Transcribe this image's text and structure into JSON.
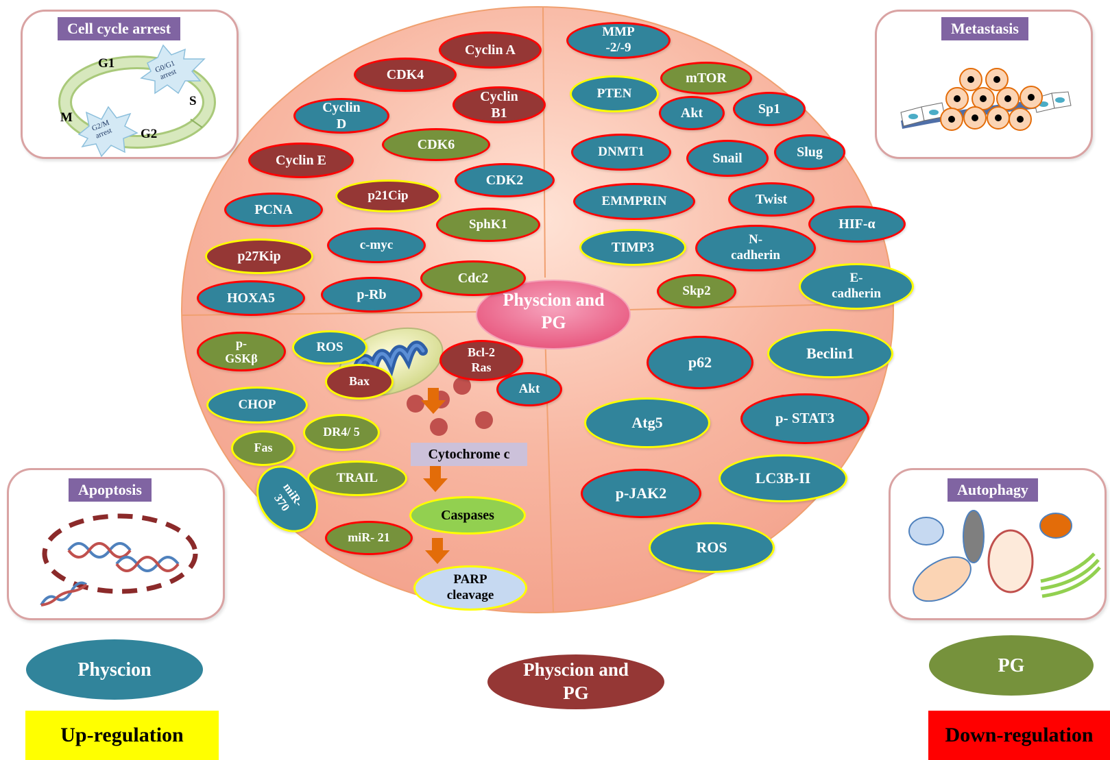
{
  "colors": {
    "physcion": "#31849b",
    "pg": "#76923c",
    "both": "#953735",
    "up": "#ffff00",
    "down": "#ff0000",
    "title_bg": "#8064a2",
    "center": "#e8658e"
  },
  "boxes": {
    "cell_cycle": {
      "title": "Cell cycle arrest",
      "g1": "G1",
      "s": "S",
      "m": "M",
      "g2": "G2",
      "g0g1_arrest": "G0/G1 arrest",
      "g2m_arrest": "G2/M arrest"
    },
    "metastasis": {
      "title": "Metastasis"
    },
    "apoptosis": {
      "title": "Apoptosis"
    },
    "autophagy": {
      "title": "Autophagy"
    }
  },
  "center_label": "Physcion and PG",
  "apoptosis_pathway": {
    "cytochrome": "Cytochrome c",
    "caspases": "Caspases",
    "parp": "PARP cleavage"
  },
  "nodes": [
    {
      "label": "Cyclin A",
      "fill": "both",
      "border": "down"
    },
    {
      "label": "CDK4",
      "fill": "both",
      "border": "down"
    },
    {
      "label": "Cyclin B1",
      "fill": "both",
      "border": "down"
    },
    {
      "label": "Cyclin D",
      "fill": "physcion",
      "border": "down"
    },
    {
      "label": "CDK6",
      "fill": "pg",
      "border": "down"
    },
    {
      "label": "Cyclin E",
      "fill": "both",
      "border": "down"
    },
    {
      "label": "CDK2",
      "fill": "physcion",
      "border": "down"
    },
    {
      "label": "p21Cip",
      "fill": "both",
      "border": "up"
    },
    {
      "label": "PCNA",
      "fill": "physcion",
      "border": "down"
    },
    {
      "label": "SphK1",
      "fill": "pg",
      "border": "down"
    },
    {
      "label": "p27Kip",
      "fill": "both",
      "border": "up"
    },
    {
      "label": "c-myc",
      "fill": "physcion",
      "border": "down"
    },
    {
      "label": "Cdc2",
      "fill": "pg",
      "border": "down"
    },
    {
      "label": "HOXA5",
      "fill": "physcion",
      "border": "down"
    },
    {
      "label": "p-Rb",
      "fill": "physcion",
      "border": "down"
    },
    {
      "label": "MMP -2/-9",
      "fill": "physcion",
      "border": "down"
    },
    {
      "label": "mTOR",
      "fill": "pg",
      "border": "down"
    },
    {
      "label": "PTEN",
      "fill": "physcion",
      "border": "up"
    },
    {
      "label": "Akt",
      "fill": "physcion",
      "border": "down"
    },
    {
      "label": "Sp1",
      "fill": "physcion",
      "border": "down"
    },
    {
      "label": "DNMT1",
      "fill": "physcion",
      "border": "down"
    },
    {
      "label": "Snail",
      "fill": "physcion",
      "border": "down"
    },
    {
      "label": "Slug",
      "fill": "physcion",
      "border": "down"
    },
    {
      "label": "EMMPRIN",
      "fill": "physcion",
      "border": "down"
    },
    {
      "label": "Twist",
      "fill": "physcion",
      "border": "down"
    },
    {
      "label": "HIF-α",
      "fill": "physcion",
      "border": "down"
    },
    {
      "label": "TIMP3",
      "fill": "physcion",
      "border": "up"
    },
    {
      "label": "N- cadherin",
      "fill": "physcion",
      "border": "down"
    },
    {
      "label": "Skp2",
      "fill": "pg",
      "border": "down"
    },
    {
      "label": "E- cadherin",
      "fill": "physcion",
      "border": "up"
    },
    {
      "label": "p- GSKβ",
      "fill": "pg",
      "border": "down"
    },
    {
      "label": "ROS",
      "fill": "physcion",
      "border": "up"
    },
    {
      "label": "Bcl-2 Ras",
      "fill": "both",
      "border": "down"
    },
    {
      "label": "Bax",
      "fill": "both",
      "border": "up"
    },
    {
      "label": "Akt",
      "fill": "physcion",
      "border": "down"
    },
    {
      "label": "CHOP",
      "fill": "physcion",
      "border": "up"
    },
    {
      "label": "DR4/ 5",
      "fill": "pg",
      "border": "up"
    },
    {
      "label": "Fas",
      "fill": "pg",
      "border": "up"
    },
    {
      "label": "TRAIL",
      "fill": "pg",
      "border": "up"
    },
    {
      "label": "miR- 370",
      "fill": "physcion",
      "border": "up"
    },
    {
      "label": "miR- 21",
      "fill": "pg",
      "border": "down"
    },
    {
      "label": "p62",
      "fill": "physcion",
      "border": "down"
    },
    {
      "label": "Beclin1",
      "fill": "physcion",
      "border": "up"
    },
    {
      "label": "Atg5",
      "fill": "physcion",
      "border": "up"
    },
    {
      "label": "p- STAT3",
      "fill": "physcion",
      "border": "down"
    },
    {
      "label": "p-JAK2",
      "fill": "physcion",
      "border": "down"
    },
    {
      "label": "LC3B-II",
      "fill": "physcion",
      "border": "up"
    },
    {
      "label": "ROS",
      "fill": "physcion",
      "border": "up"
    }
  ],
  "legend": {
    "physcion": "Physcion",
    "both": "Physcion and PG",
    "pg": "PG",
    "up": "Up-regulation",
    "down": "Down-regulation"
  }
}
